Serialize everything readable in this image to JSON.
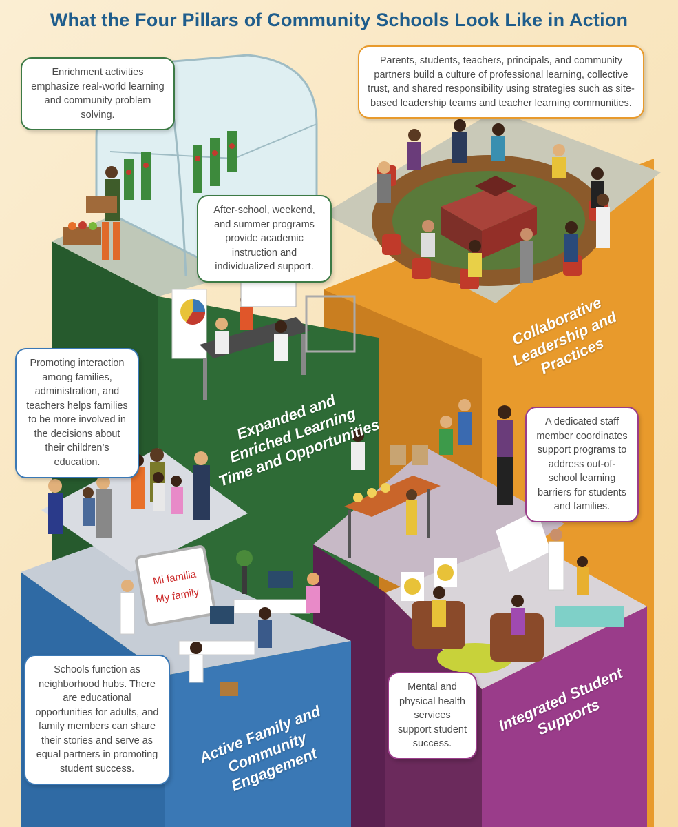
{
  "title": "What the Four Pillars of Community Schools Look Like in Action",
  "pillars": {
    "learning": "Expanded and Enriched Learning Time and Opportunities",
    "leadership": "Collaborative Leadership and Practices",
    "family": "Active Family and Community Engagement",
    "supports": "Integrated Student Supports"
  },
  "callouts": {
    "enrichment": "Enrichment activities emphasize real-world learning and community problem solving.",
    "afterschool": "After-school, weekend, and summer programs provide academic instruction and individualized support.",
    "culture": "Parents, students, teachers, principals, and community partners build a culture of professional learning, collective trust, and shared responsibility using strategies such as site-based leadership teams and teacher learning communities.",
    "interaction": "Promoting interaction among families, administration, and teachers helps families to be more involved in the decisions about their children’s education.",
    "staff": "A dedicated staff member coordinates support programs to address out-of-school learning barriers for students and families.",
    "hubs": "Schools function as neighborhood hubs. There are educational opportunities for adults, and family members can share their stories and serve as equal partners in promoting student success.",
    "health": "Mental and physical health services support student success."
  },
  "whiteboard": {
    "line1": "Mi familia",
    "line2": "My family"
  },
  "colors": {
    "green": "#2e6b36",
    "orange": "#e89a2c",
    "purple": "#6b2a5c",
    "magenta": "#9a3c8a",
    "blue": "#3a78b5",
    "grey_top": "#c8c8c0",
    "title": "#1f5d8c"
  }
}
